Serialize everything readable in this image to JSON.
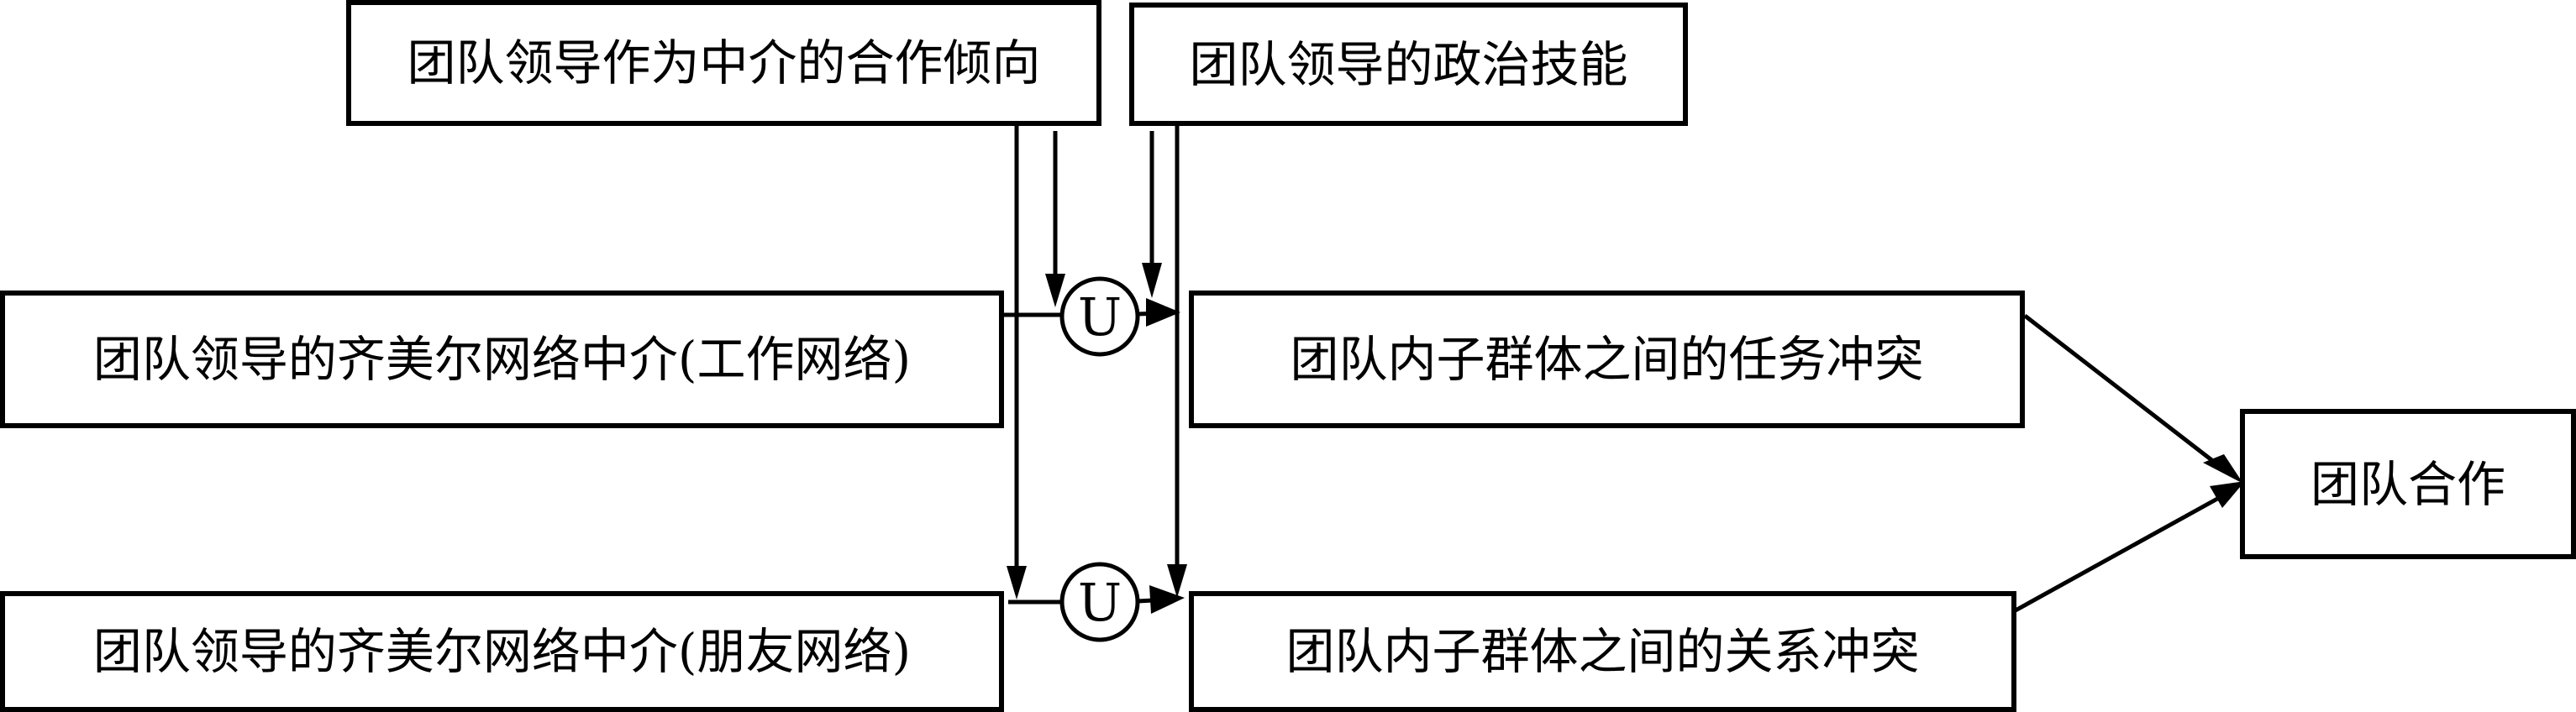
{
  "diagram": {
    "nodes": {
      "mediation_tendency": {
        "label": "团队领导作为中介的合作倾向"
      },
      "political_skill": {
        "label": "团队领导的政治技能"
      },
      "work_network": {
        "label": "团队领导的齐美尔网络中介(工作网络)"
      },
      "friend_network": {
        "label": "团队领导的齐美尔网络中介(朋友网络)"
      },
      "task_conflict": {
        "label": "团队内子群体之间的任务冲突"
      },
      "relation_conflict": {
        "label": "团队内子群体之间的关系冲突"
      },
      "team_cooperation": {
        "label": "团队合作"
      }
    },
    "moderators": {
      "work_u": {
        "label": "U",
        "meaning": "U-shaped effect"
      },
      "friend_u": {
        "label": "U",
        "meaning": "U-shaped effect"
      }
    },
    "edges": [
      {
        "from": "work_network",
        "to": "task_conflict",
        "via": "work_u"
      },
      {
        "from": "friend_network",
        "to": "relation_conflict",
        "via": "friend_u"
      },
      {
        "from": "mediation_tendency",
        "to": "work_u",
        "type": "moderation"
      },
      {
        "from": "mediation_tendency",
        "to": "friend_u",
        "type": "moderation"
      },
      {
        "from": "political_skill",
        "to": "work_u",
        "type": "moderation"
      },
      {
        "from": "political_skill",
        "to": "friend_u",
        "type": "moderation"
      },
      {
        "from": "task_conflict",
        "to": "team_cooperation"
      },
      {
        "from": "relation_conflict",
        "to": "team_cooperation"
      }
    ],
    "colors": {
      "stroke": "#000000",
      "background": "#ffffff"
    }
  }
}
